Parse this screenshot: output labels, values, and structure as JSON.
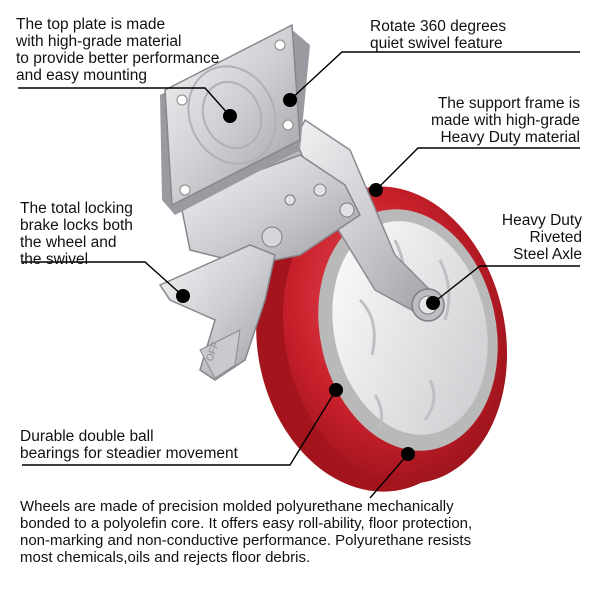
{
  "callouts": {
    "top_plate": "The top plate is made\nwith high-grade material\nto provide better performance\nand easy mounting",
    "swivel": "Rotate 360 degrees\nquiet swivel feature",
    "support_frame": "The support frame is\nmade with high-grade\nHeavy Duty material",
    "brake": "The total locking\nbrake locks both\nthe wheel and\nthe swivel",
    "axle": "Heavy Duty\nRiveted\nSteel Axle",
    "bearings": "Durable double ball\nbearings for steadier movement",
    "wheels": "Wheels are made of precision molded polyurethane mechanically\nbonded to a polyolefin core. It offers easy roll-ability, floor protection,\nnon-marking and non-conductive performance. Polyurethane resists\nmost chemicals,oils and rejects floor debris."
  },
  "brake_pedal_text": "OFF",
  "colors": {
    "wheel_red": "#c8202b",
    "core_gray": "#b9b9b9",
    "steel": "#d8d8da",
    "line": "#000000"
  }
}
